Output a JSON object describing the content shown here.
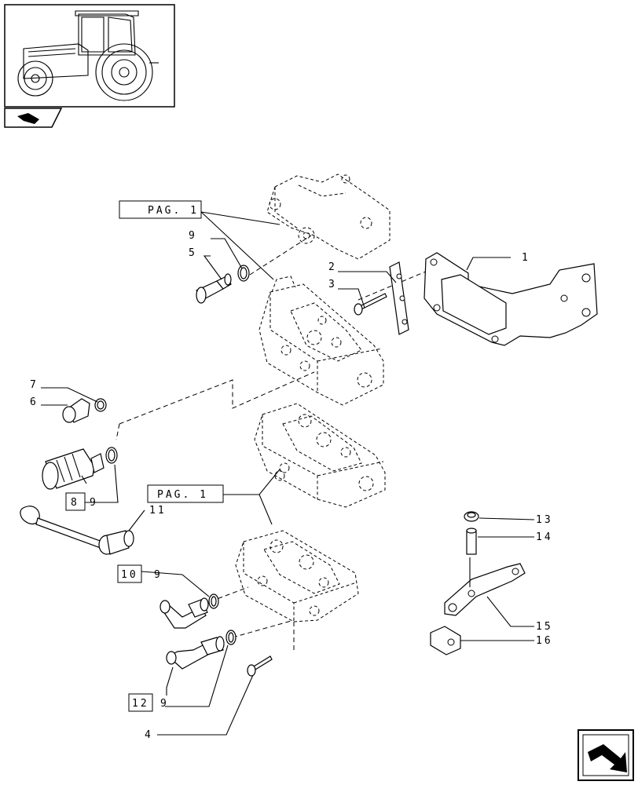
{
  "thumbnail": {
    "icon": "tractor-thumbnail-icon"
  },
  "nav_tab": {
    "icon": "arrow-nav-icon"
  },
  "nav_button": {
    "icon": "next-page-arrow-icon"
  },
  "ref_pag_top": "PAG. 1",
  "ref_pag_mid": "PAG. 1",
  "callouts": {
    "c1": "1",
    "c2": "2",
    "c3": "3",
    "c4": "4",
    "c5": "5",
    "c6": "6",
    "c7": "7",
    "c8": "8",
    "c9a": "9",
    "c9b": "9",
    "c9c": "9",
    "c9d": "9",
    "c10": "10",
    "c11": "11",
    "c12": "12",
    "c13": "13",
    "c14": "14",
    "c15": "15",
    "c16": "16"
  }
}
